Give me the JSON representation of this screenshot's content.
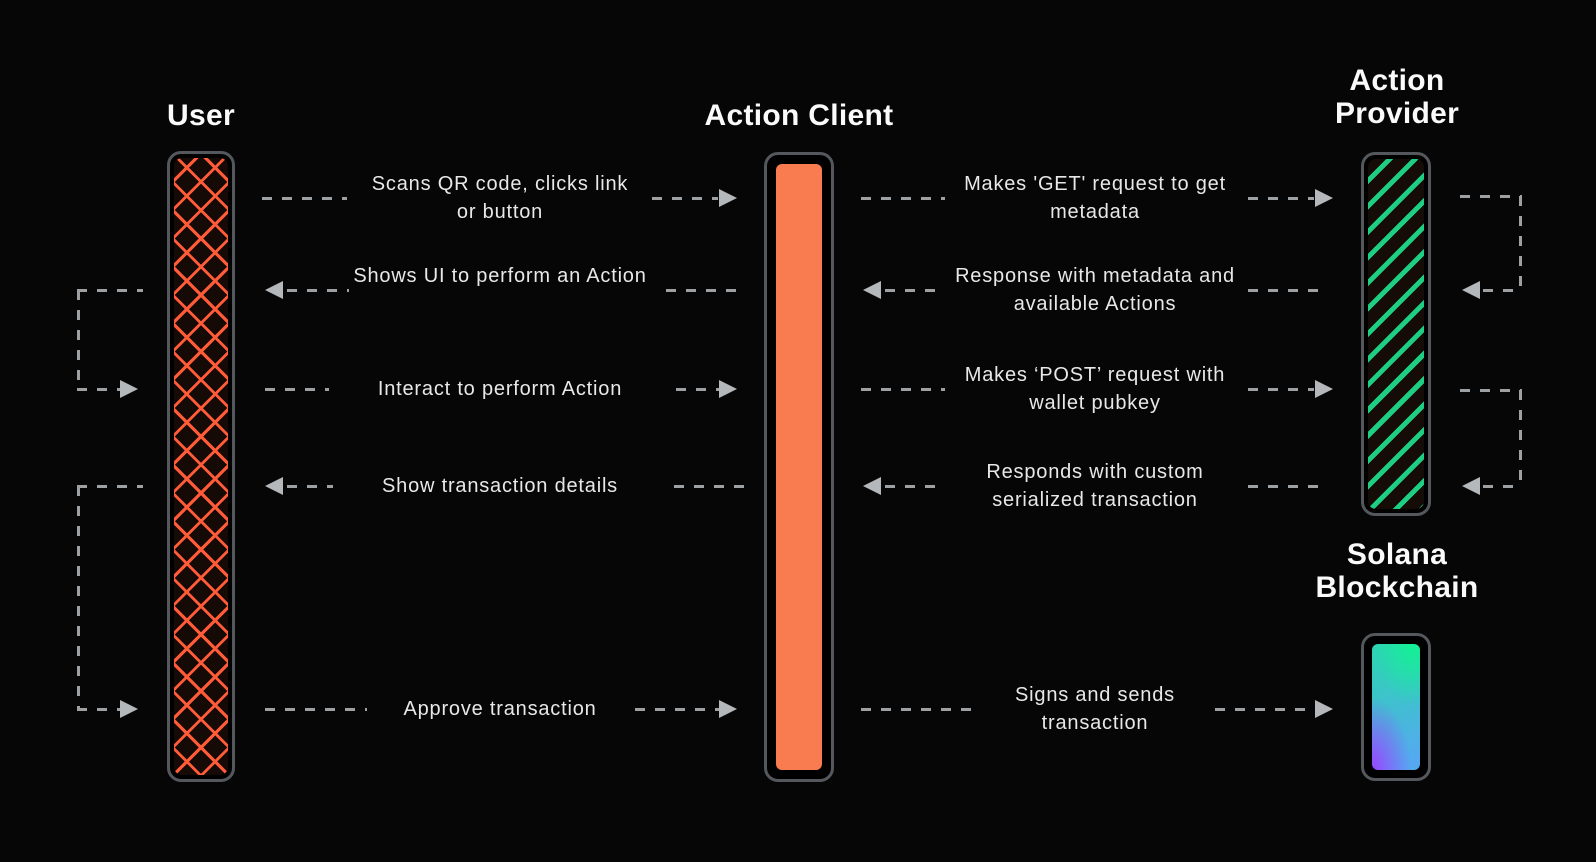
{
  "colors": {
    "background": "#060606",
    "heading": "#FAFAFA",
    "text": "#E8E8E8",
    "dash": "#9EA1A3",
    "arrow": "#B5B8BA",
    "border": "#54585C",
    "user_accent": "#FF5B38",
    "client_accent": "#F97C50",
    "provider_accent": "#1DCE83",
    "solana_green": "#14F195",
    "solana_purple": "#9945FF",
    "solana_blue": "#55A9F0"
  },
  "actors": {
    "user": {
      "label": "User"
    },
    "client": {
      "label": "Action Client"
    },
    "provider": {
      "label": "Action Provider"
    },
    "solana": {
      "label": "Solana Blockchain"
    }
  },
  "messages": {
    "user_client": [
      {
        "label": "Scans QR code, clicks link or button",
        "from": "User",
        "to": "Action Client",
        "direction": "right"
      },
      {
        "label": "Shows UI to perform an Action",
        "from": "Action Client",
        "to": "User",
        "direction": "left"
      },
      {
        "label": "Interact to perform Action",
        "from": "User",
        "to": "Action Client",
        "direction": "right"
      },
      {
        "label": "Show transaction details",
        "from": "Action Client",
        "to": "User",
        "direction": "left"
      },
      {
        "label": "Approve transaction",
        "from": "User",
        "to": "Action Client",
        "direction": "right"
      }
    ],
    "client_provider": [
      {
        "label": "Makes 'GET' request to get metadata",
        "from": "Action Client",
        "to": "Action Provider",
        "direction": "right"
      },
      {
        "label": "Response with metadata and available Actions",
        "from": "Action Provider",
        "to": "Action Client",
        "direction": "left"
      },
      {
        "label": "Makes ‘POST’ request with wallet pubkey",
        "from": "Action Client",
        "to": "Action Provider",
        "direction": "right"
      },
      {
        "label": "Responds with custom serialized transaction",
        "from": "Action Provider",
        "to": "Action Client",
        "direction": "left"
      },
      {
        "label": "Signs and sends transaction",
        "from": "Action Client",
        "to": "Solana Blockchain",
        "direction": "right"
      }
    ]
  }
}
